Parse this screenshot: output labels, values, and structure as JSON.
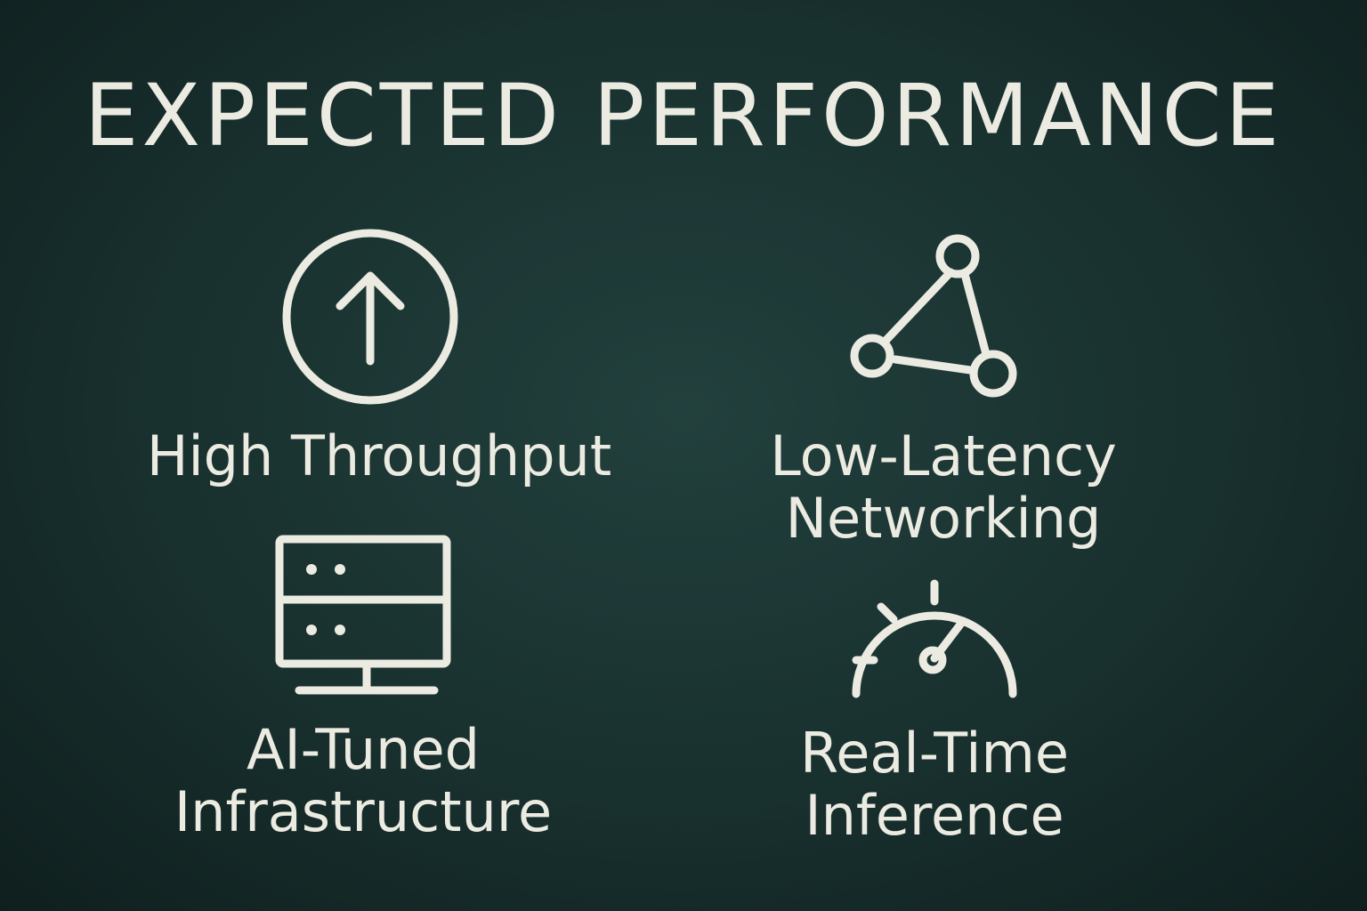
{
  "title": "EXPECTED PERFORMANCE",
  "colors": {
    "background": "#1b3331",
    "chalk": "#ecebe2"
  },
  "items": [
    {
      "icon": "arrow-up-circle-icon",
      "lines": [
        "High Throughput"
      ]
    },
    {
      "icon": "network-nodes-icon",
      "lines": [
        "Low-Latency",
        "Networking"
      ]
    },
    {
      "icon": "server-monitor-icon",
      "lines": [
        "AI-Tuned",
        "Infrastructure"
      ]
    },
    {
      "icon": "speedometer-icon",
      "lines": [
        "Real-Time",
        "Inference"
      ]
    }
  ]
}
